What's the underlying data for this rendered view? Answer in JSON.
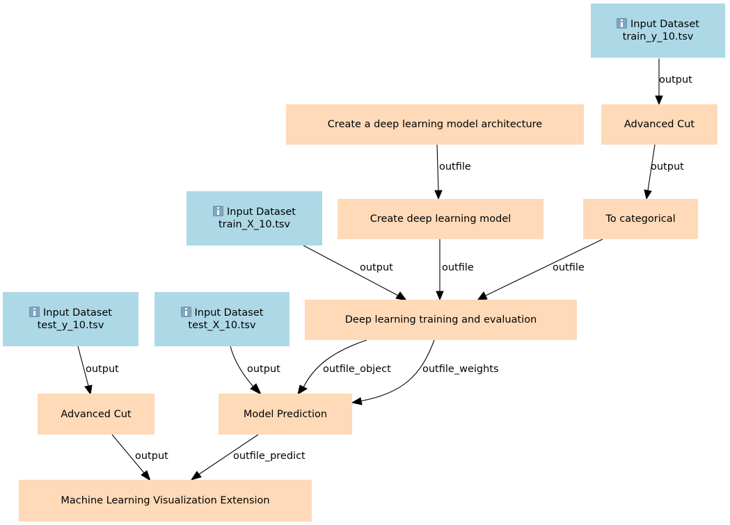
{
  "nodes": {
    "input_train_y": {
      "title": "Input Dataset",
      "subtitle": "train_y_10.tsv",
      "icon": "info-icon"
    },
    "advanced_cut_1": {
      "label": "Advanced Cut"
    },
    "create_arch": {
      "label": "Create a deep learning model architecture"
    },
    "to_categorical": {
      "label": "To categorical"
    },
    "create_model": {
      "label": "Create deep learning model"
    },
    "input_train_x": {
      "title": "Input Dataset",
      "subtitle": "train_X_10.tsv",
      "icon": "info-icon"
    },
    "dl_train_eval": {
      "label": "Deep learning training and evaluation"
    },
    "input_test_y": {
      "title": "Input Dataset",
      "subtitle": "test_y_10.tsv",
      "icon": "info-icon"
    },
    "input_test_x": {
      "title": "Input Dataset",
      "subtitle": "test_X_10.tsv",
      "icon": "info-icon"
    },
    "advanced_cut_2": {
      "label": "Advanced Cut"
    },
    "model_prediction": {
      "label": "Model Prediction"
    },
    "ml_vis": {
      "label": "Machine Learning Visualization Extension"
    }
  },
  "edges": [
    {
      "from": "input_train_y",
      "to": "advanced_cut_1",
      "label": "output"
    },
    {
      "from": "create_arch",
      "to": "create_model",
      "label": "outfile"
    },
    {
      "from": "advanced_cut_1",
      "to": "to_categorical",
      "label": "output"
    },
    {
      "from": "input_train_x",
      "to": "dl_train_eval",
      "label": "output"
    },
    {
      "from": "create_model",
      "to": "dl_train_eval",
      "label": "outfile"
    },
    {
      "from": "to_categorical",
      "to": "dl_train_eval",
      "label": "outfile"
    },
    {
      "from": "input_test_y",
      "to": "advanced_cut_2",
      "label": "output"
    },
    {
      "from": "input_test_x",
      "to": "model_prediction",
      "label": "output"
    },
    {
      "from": "dl_train_eval",
      "to": "model_prediction",
      "label": "outfile_object"
    },
    {
      "from": "dl_train_eval",
      "to": "model_prediction",
      "label": "outfile_weights"
    },
    {
      "from": "advanced_cut_2",
      "to": "ml_vis",
      "label": "output"
    },
    {
      "from": "model_prediction",
      "to": "ml_vis",
      "label": "outfile_predict"
    }
  ],
  "colors": {
    "input_node": "#add8e6",
    "tool_node": "#fedab8",
    "edge": "#000000"
  }
}
